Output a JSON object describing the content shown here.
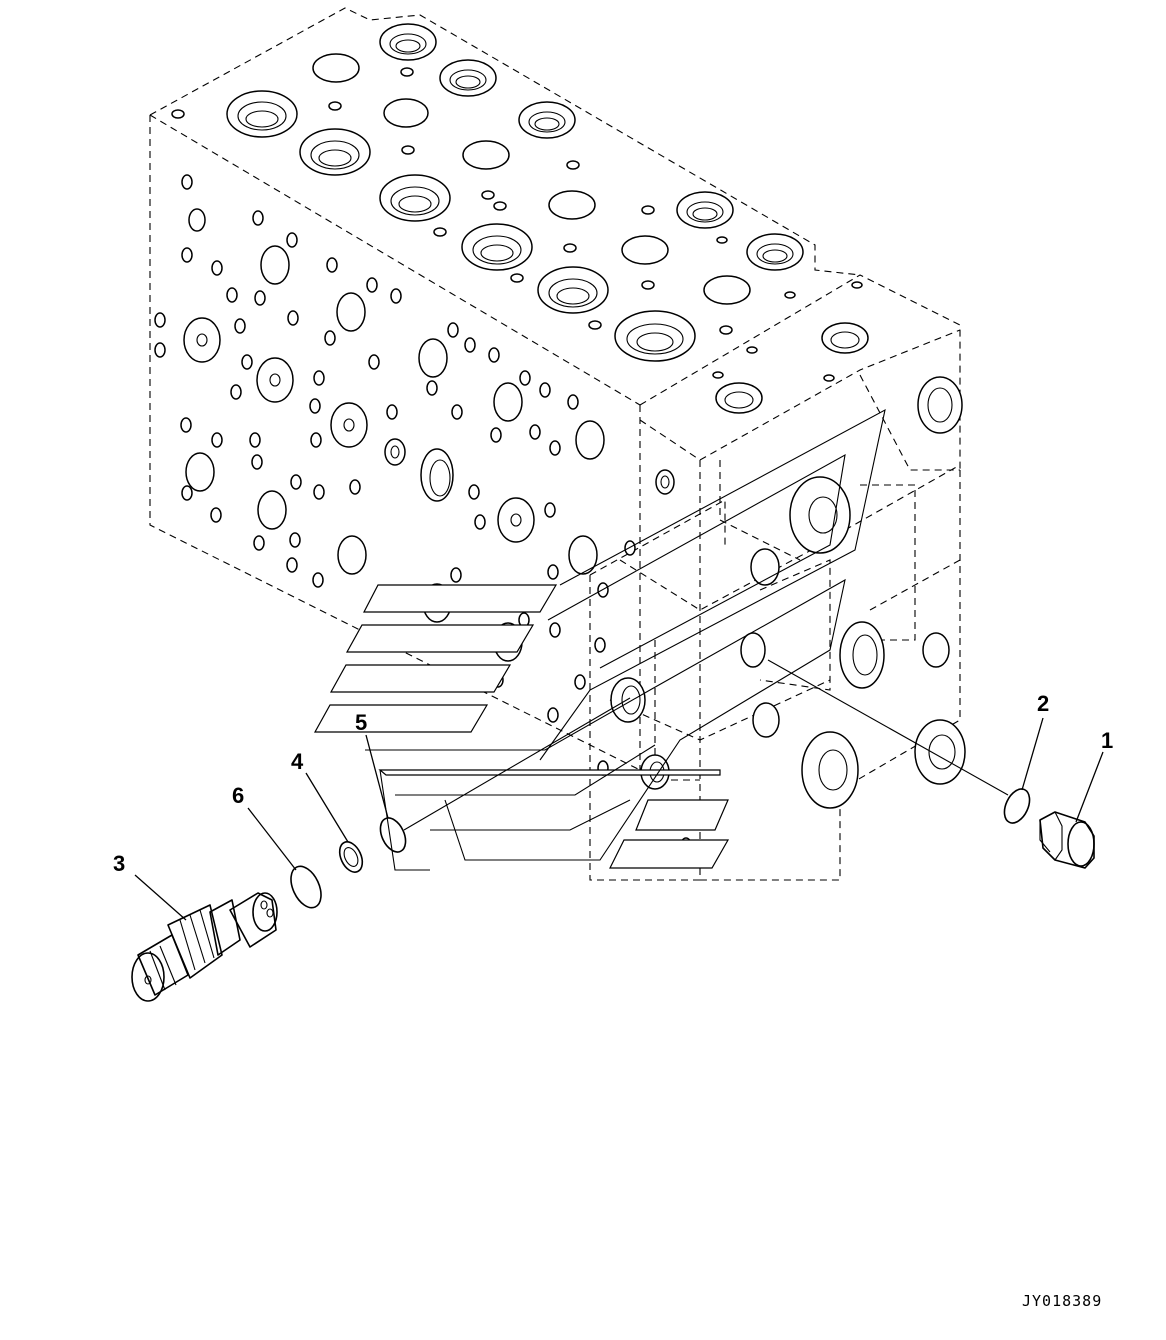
{
  "figure": {
    "code": "JY018389",
    "callouts": [
      {
        "id": "1",
        "text": "1"
      },
      {
        "id": "2",
        "text": "2"
      },
      {
        "id": "3",
        "text": "3"
      },
      {
        "id": "4",
        "text": "4"
      },
      {
        "id": "5",
        "text": "5"
      },
      {
        "id": "6",
        "text": "6"
      }
    ]
  }
}
